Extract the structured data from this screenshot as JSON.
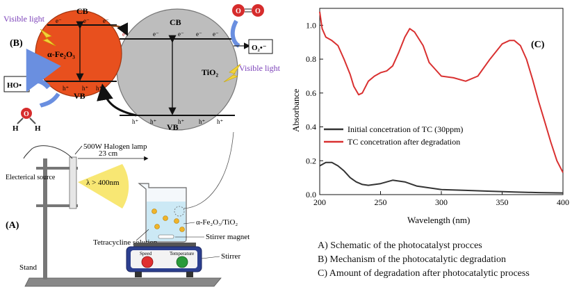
{
  "mechanism": {
    "panel_label": "(B)",
    "fe2o3": {
      "name": "α-Fe₂O₃",
      "cb": "CB",
      "vb": "VB",
      "electron": "e⁻",
      "hole": "h⁺",
      "color": "#e8501e"
    },
    "tio2": {
      "name": "TiO₂",
      "cb": "CB",
      "vb": "VB",
      "electron": "e⁻",
      "hole": "h⁺",
      "color": "#bdbdbd"
    },
    "visible_light_left": "Visible light",
    "visible_light_right": "Visible light",
    "superoxide": "O₂•⁻",
    "oxygen_atom": "O",
    "hydroxyl_radical": "HO•",
    "hydrogen_atom": "H"
  },
  "setup": {
    "panel_label": "(A)",
    "lamp": "500W Halogen lamp",
    "distance": "23 cm",
    "wavelength": "λ > 400nm",
    "electrical_source": "Electerical source",
    "catalyst": "α-Fe₂O₃/TiO₂",
    "tetracycline": "Tetracycline solution",
    "stirrer_magnet": "Stirrer magnet",
    "stirrer": "Stirrer",
    "stand": "Stand",
    "speed": "Speed",
    "temperature": "Temperature"
  },
  "chart_data": {
    "type": "line",
    "panel_label": "(C)",
    "xlabel": "Wavelength (nm)",
    "ylabel": "Absorbance",
    "xlim": [
      200,
      400
    ],
    "ylim": [
      0,
      1.1
    ],
    "xticks": [
      200,
      250,
      300,
      350,
      400
    ],
    "yticks": [
      0.0,
      0.2,
      0.4,
      0.6,
      0.8,
      1.0
    ],
    "grid": false,
    "legend_position": "center-left",
    "series": [
      {
        "name": "Initial concetration of TC (30ppm)",
        "color": "#333333",
        "x": [
          200,
          205,
          210,
          215,
          220,
          225,
          230,
          235,
          240,
          250,
          260,
          270,
          280,
          290,
          300,
          320,
          340,
          360,
          380,
          400
        ],
        "y": [
          0.17,
          0.19,
          0.19,
          0.17,
          0.14,
          0.1,
          0.075,
          0.06,
          0.055,
          0.065,
          0.085,
          0.075,
          0.05,
          0.04,
          0.03,
          0.025,
          0.02,
          0.015,
          0.012,
          0.01
        ]
      },
      {
        "name": "TC concetration after degradation",
        "color": "#d93030",
        "x": [
          200,
          202,
          205,
          210,
          215,
          220,
          225,
          228,
          232,
          235,
          240,
          245,
          250,
          255,
          260,
          265,
          270,
          274,
          278,
          285,
          290,
          300,
          310,
          320,
          330,
          340,
          350,
          356,
          360,
          365,
          370,
          375,
          380,
          385,
          390,
          395,
          400
        ],
        "y": [
          1.08,
          0.98,
          0.93,
          0.91,
          0.88,
          0.8,
          0.71,
          0.64,
          0.59,
          0.6,
          0.67,
          0.7,
          0.72,
          0.73,
          0.76,
          0.84,
          0.93,
          0.98,
          0.96,
          0.88,
          0.78,
          0.7,
          0.69,
          0.67,
          0.7,
          0.8,
          0.89,
          0.91,
          0.91,
          0.88,
          0.8,
          0.68,
          0.55,
          0.43,
          0.31,
          0.2,
          0.13
        ]
      }
    ]
  },
  "captions": [
    "A) Schematic of the photocatalyst procces",
    "B) Mechanism of the photocatalytic degradation",
    "C) Amount of degradation after photocatalytic process"
  ]
}
